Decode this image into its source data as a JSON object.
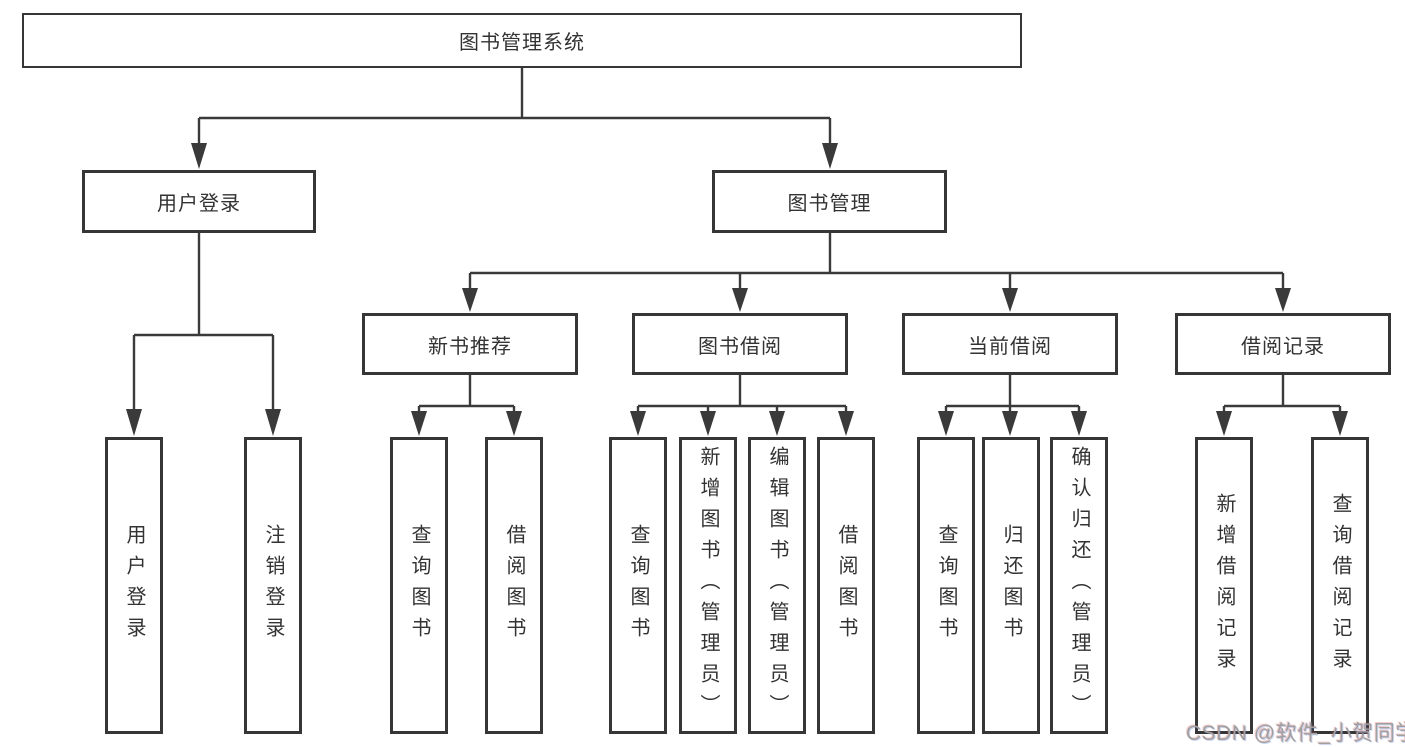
{
  "tree": {
    "root": {
      "label": "图书管理系统"
    },
    "user_login": {
      "label": "用户登录",
      "children": [
        {
          "label": "用户登录"
        },
        {
          "label": "注销登录"
        }
      ]
    },
    "book_mgmt": {
      "label": "图书管理",
      "children": [
        {
          "label": "新书推荐",
          "children": [
            {
              "label": "查询图书"
            },
            {
              "label": "借阅图书"
            }
          ]
        },
        {
          "label": "图书借阅",
          "children": [
            {
              "label": "查询图书"
            },
            {
              "label": "新增图书（管理员）"
            },
            {
              "label": "编辑图书（管理员）"
            },
            {
              "label": "借阅图书"
            }
          ]
        },
        {
          "label": "当前借阅",
          "children": [
            {
              "label": "查询图书"
            },
            {
              "label": "归还图书"
            },
            {
              "label": "确认归还（管理员）"
            }
          ]
        },
        {
          "label": "借阅记录",
          "children": [
            {
              "label": "新增借阅记录"
            },
            {
              "label": "查询借阅记录"
            }
          ]
        }
      ]
    }
  },
  "watermark": {
    "text": "CSDN @软件_小贺同学"
  },
  "colors": {
    "line": "#3a3a3a",
    "box_border": "#363636",
    "text": "#333333",
    "watermark_text": "#a0a0a0",
    "background": "#ffffff"
  }
}
